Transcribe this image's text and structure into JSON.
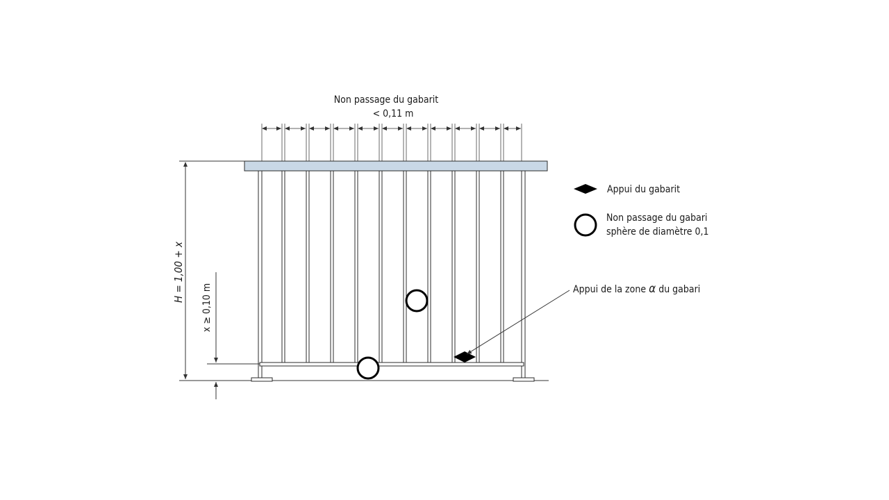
{
  "top_annotation": {
    "line1": "Non passage du gabarit",
    "line2": "< 0,11 m"
  },
  "height_label": "H = 1,00 + x",
  "x_label": "x ≥ 0,10 m",
  "legend": {
    "bearing": "Appui du gabarit",
    "sphere_line1": "Non passage du gabari",
    "sphere_line2": "sphère de diamètre 0,1"
  },
  "callout": {
    "prefix": "Appui de la zone ",
    "alpha": "α",
    "suffix": " du gabari"
  },
  "colors": {
    "handrail_fill": "#c9d8e6",
    "line": "#2b2b2b",
    "marker": "#000000"
  }
}
